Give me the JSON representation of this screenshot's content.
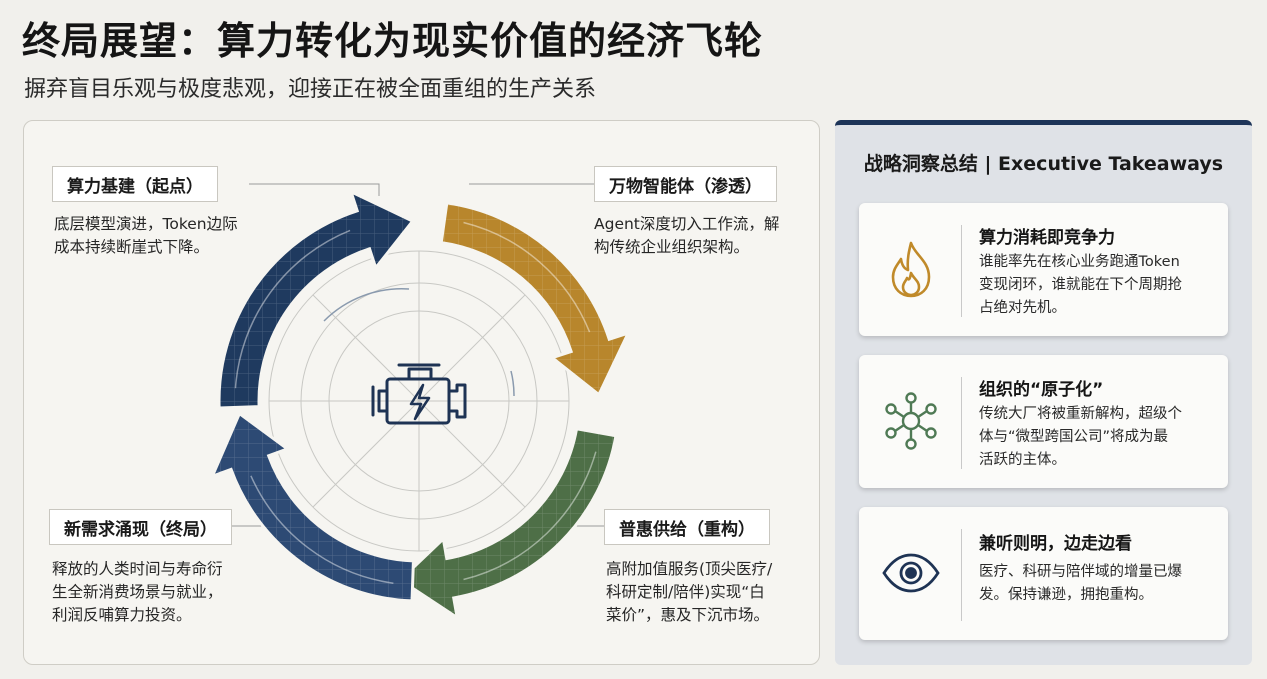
{
  "header": {
    "title": "终局展望：算力转化为现实价值的经济飞轮",
    "subtitle": "摒弃盲目乐观与极度悲观，迎接正在被全面重组的生产关系"
  },
  "cycle": {
    "center_icon": "engine-lightning-icon",
    "colors": {
      "navy": "#1f3a5f",
      "gold": "#b8862c",
      "green": "#4e6f47",
      "blue": "#2d4a74"
    },
    "stages": [
      {
        "label": "算力基建（起点）",
        "desc": [
          "底层模型演进，Token边际",
          "成本持续断崖式下降。"
        ]
      },
      {
        "label": "万物智能体（渗透）",
        "desc": [
          "Agent深度切入工作流，解",
          "构传统企业组织架构。"
        ]
      },
      {
        "label": "普惠供给（重构）",
        "desc": [
          "高附加值服务(顶尖医疗/",
          "科研定制/陪伴)实现“白",
          "菜价”，惠及下沉市场。"
        ]
      },
      {
        "label": "新需求涌现（终局）",
        "desc": [
          "释放的人类时间与寿命衍",
          "生全新消费场景与就业，",
          "利润反哺算力投资。"
        ]
      }
    ]
  },
  "takeaways": {
    "heading": "战略洞察总结 | Executive Takeaways",
    "cards": [
      {
        "icon": "flame-icon",
        "title": "算力消耗即竞争力",
        "body": [
          "谁能率先在核心业务跑通Token",
          "变现闭环，谁就能在下个周期抢",
          "占绝对先机。"
        ]
      },
      {
        "icon": "network-nodes-icon",
        "title": "组织的“原子化”",
        "body": [
          "传统大厂将被重新解构，超级个",
          "体与“微型跨国公司”将成为最",
          "活跃的主体。"
        ]
      },
      {
        "icon": "eye-icon",
        "title": "兼听则明，边走边看",
        "body": [
          "医疗、科研与陪伴域的增量已爆",
          "发。保持谦逊，拥抱重构。"
        ]
      }
    ]
  }
}
